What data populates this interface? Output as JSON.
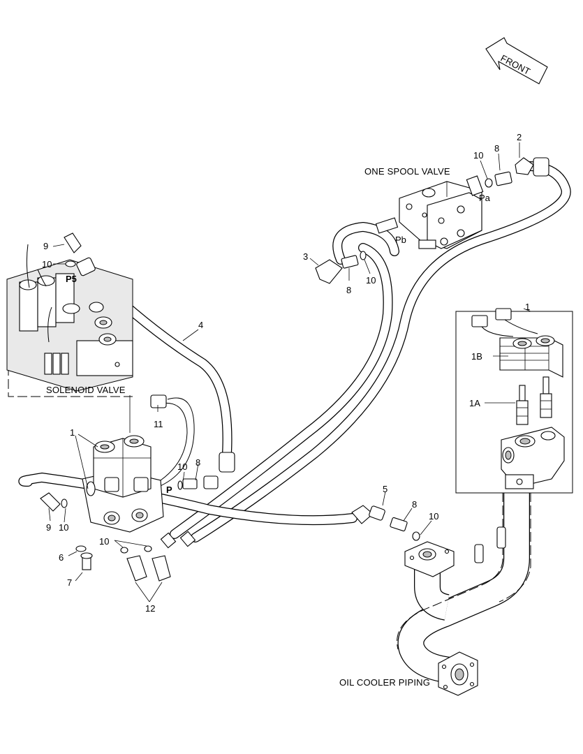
{
  "direction": {
    "front": "FRONT"
  },
  "components": {
    "one_spool_valve": "ONE SPOOL VALVE",
    "solenoid_valve": "SOLENOID VALVE",
    "oil_cooler_piping": "OIL COOLER PIPING"
  },
  "ports": {
    "pa": "Pa",
    "pb": "Pb",
    "p5": "P5",
    "p": "P"
  },
  "callouts": {
    "c1_detail": "1",
    "c1B": "1B",
    "c1A": "1A",
    "c1": "1",
    "c2": "2",
    "c3": "3",
    "c4": "4",
    "c5": "5",
    "c6": "6",
    "c7": "7",
    "c8_spool": "8",
    "c8_lower": "8",
    "c8_mid": "8",
    "c8_right": "8",
    "c9_top": "9",
    "c9_bottom": "9",
    "c10_spool": "10",
    "c10_lower": "10",
    "c10_left_top": "10",
    "c10_mid": "10",
    "c10_bottom_left": "10",
    "c10_pair": "10",
    "c10_right": "10",
    "c11": "11",
    "c12": "12"
  }
}
